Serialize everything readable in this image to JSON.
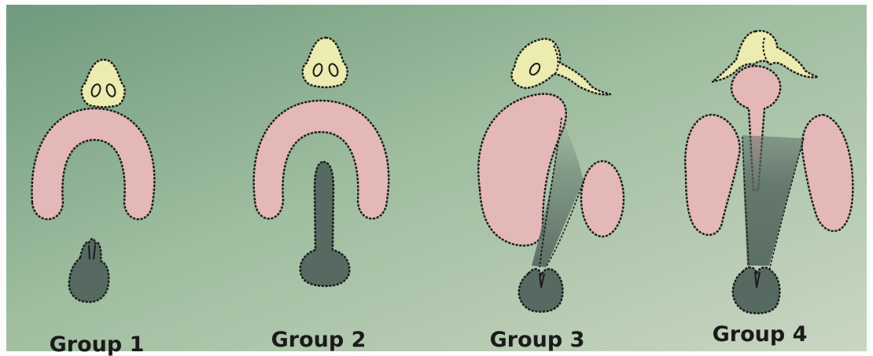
{
  "figure": {
    "labels": [
      "Group 1",
      "Group 2",
      "Group 3",
      "Group 4"
    ]
  },
  "colors": {
    "background": "#a9c3a7",
    "nose": "#ecebb0",
    "palate": "#e3b8b7",
    "cleft_dark": "#566a62",
    "outline": "#1a1a1a"
  }
}
